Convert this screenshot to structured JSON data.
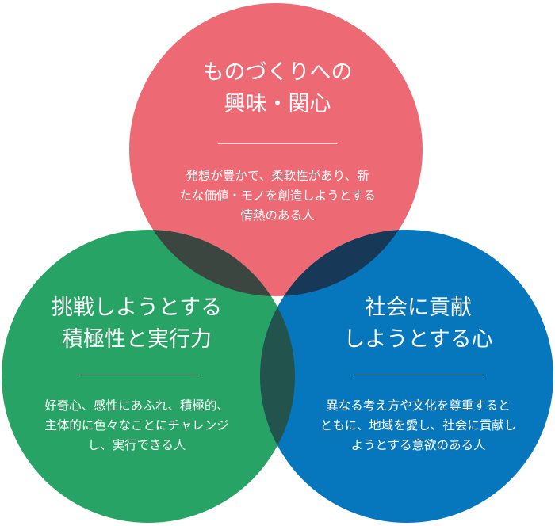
{
  "colors": {
    "top": "#ED6A74",
    "left": "#27A465",
    "right": "#0677BD",
    "overlap_top_left": "#3B4640",
    "overlap_top_right": "#183857",
    "overlap_left_right": "#23534D",
    "overlap_center": "#1E2B2B"
  },
  "circles": [
    {
      "id": "top",
      "title_lines": [
        "ものづくりへの",
        "興味・関心"
      ],
      "desc_lines": [
        "発想が豊かで、柔軟性があり、新",
        "たな価値・モノを創造しようとする",
        "情熱のある人"
      ]
    },
    {
      "id": "left",
      "title_lines": [
        "挑戦しようとする",
        "積極性と実行力"
      ],
      "desc_lines": [
        "好奇心、感性にあふれ、積極的、",
        "主体的に色々なことにチャレンジ",
        "し、実行できる人"
      ]
    },
    {
      "id": "right",
      "title_lines": [
        "社会に貢献",
        "しようとする心"
      ],
      "desc_lines": [
        "異なる考え方や文化を尊重すると",
        "ともに、地域を愛し、社会に貢献し",
        "ようとする意欲のある人"
      ]
    }
  ]
}
